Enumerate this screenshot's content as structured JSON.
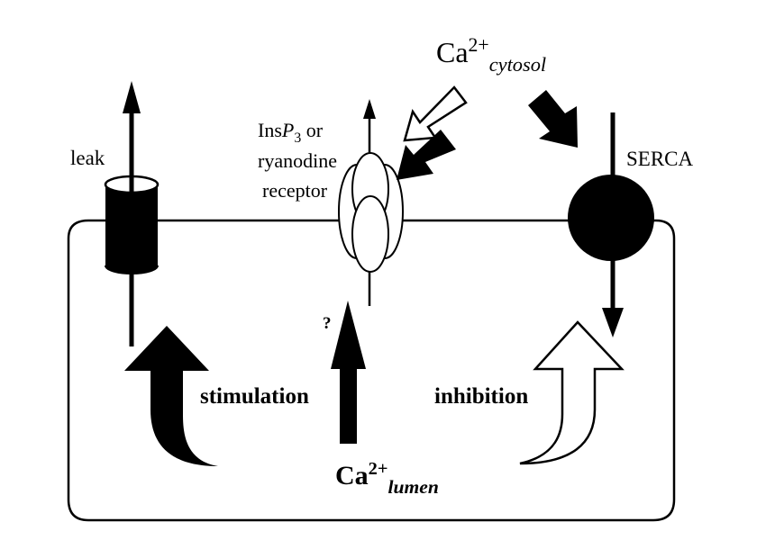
{
  "labels": {
    "leak": "leak",
    "receptor": {
      "ins": "Ins",
      "p": "P",
      "sub": "3",
      "or": " or",
      "line2": "ryanodine",
      "line3": "receptor"
    },
    "serca": "SERCA",
    "ca_cytosol": {
      "base": "Ca",
      "sup": "2+",
      "sub": "cytosol"
    },
    "ca_lumen": {
      "base": "Ca",
      "sup": "2+",
      "sub": "lumen"
    },
    "stimulation": "stimulation",
    "inhibition": "inhibition",
    "question": "?"
  },
  "colors": {
    "fill": "#000000",
    "stroke": "#000000",
    "background": "#ffffff"
  }
}
